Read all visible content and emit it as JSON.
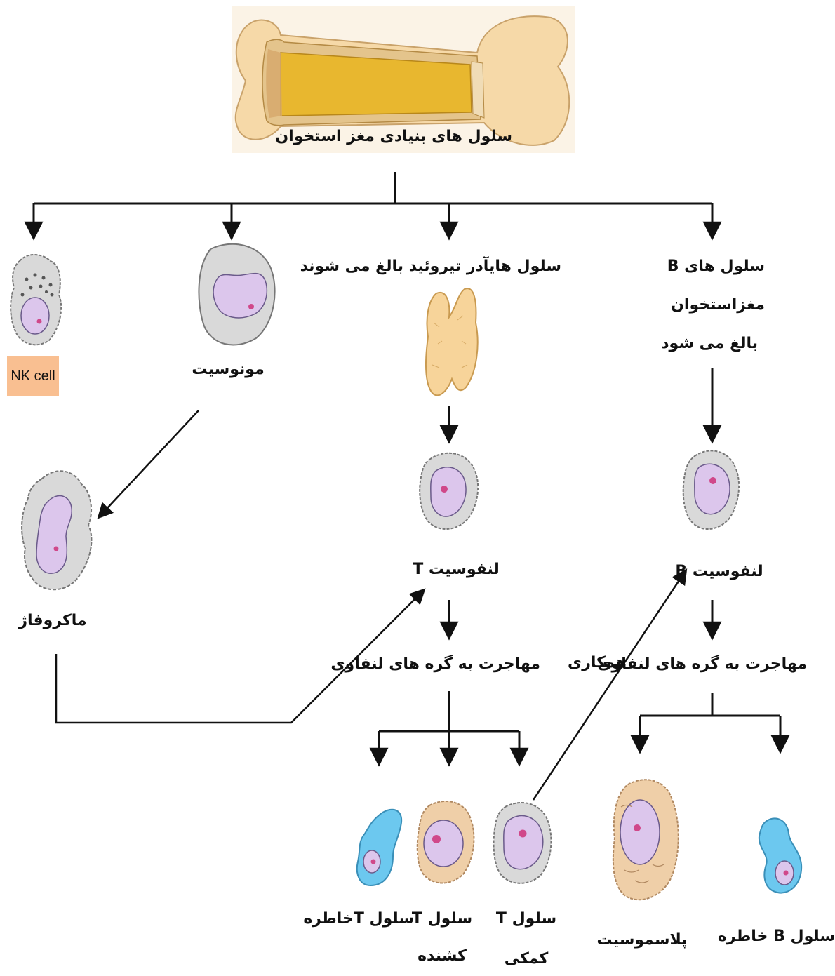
{
  "labels": {
    "bone_marrow_stem_cells": "سلول های بنیادی مغز استخوان",
    "nk_cell": "NK cell",
    "monocyte": "مونوسیت",
    "t_maturation": "سلول هایآدر تیروئید بالغ می شوند",
    "b_maturation_line1": "سلول های B",
    "b_maturation_line2": "مغزاستخوان",
    "b_maturation_line3": "بالغ می شود",
    "macrophage": "ماکروفاژ",
    "t_lymphocyte": "لنفوسیت T",
    "b_lymphocyte": "لنفوسیت B",
    "t_migration": "مهاجرت به گره های لنفاوی",
    "b_migration": "مهاجرت به گره های لنفاوی",
    "cooperation": "همکاری",
    "memory_t": "سلول Tخاطره",
    "killer_t_line1": "سلول T",
    "killer_t_line2": "کشنده",
    "helper_t_line1": "سلول T",
    "helper_t_line2": "کمکی",
    "plasmocyte": "پلاسموسیت",
    "memory_b": "سلول B خاطره"
  },
  "colors": {
    "bone": "#f6d9a8",
    "marrow": "#e8b72f",
    "cytoplasm_gray": "#d9d9d9",
    "nucleus": "#dcc6ec",
    "nucleolus": "#d0488a",
    "thyroid": "#f7d49a",
    "memory_cell": "#6cc8ef",
    "plasma_cell": "#efcfa8",
    "nk_badge": "#f9bf91"
  }
}
